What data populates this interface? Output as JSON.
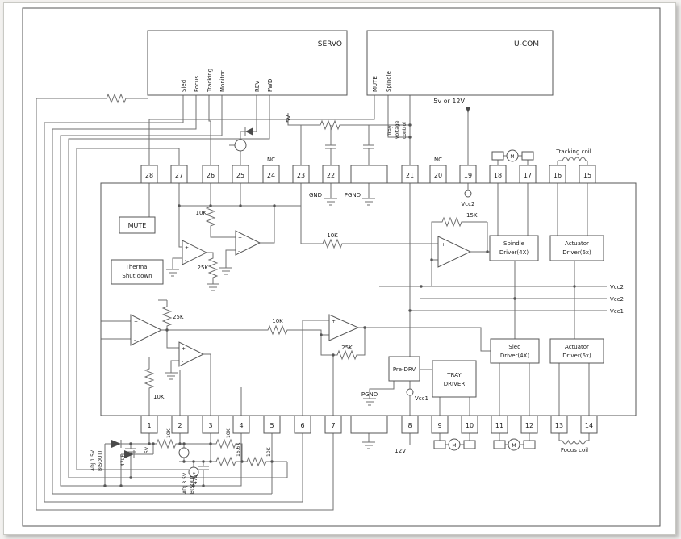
{
  "servo": {
    "title": "SERVO",
    "pins": [
      "Sled",
      "Focus",
      "Tracking",
      "Monitor",
      "REV",
      "FWD"
    ]
  },
  "ucom": {
    "title": "U-COM",
    "pin_mute": "MUTE",
    "pin_spindle": "Spindle",
    "tray_label": [
      "Tray",
      "voltage",
      "control"
    ]
  },
  "supplies": {
    "top": "5v or 12V",
    "v5_top": "5V",
    "v5_bottom": "5V",
    "v12": "12V",
    "vcc2_pin19": "Vcc2",
    "rail_vcc2_a": "Vcc2",
    "rail_vcc2_b": "Vcc2",
    "rail_vcc1": "Vcc1",
    "vcc1_bottom": "Vcc1",
    "gnd": "GND",
    "pgnd_top": "PGND",
    "pgnd_bottom": "PGND"
  },
  "ic": {
    "top_pins": [
      "28",
      "27",
      "26",
      "25",
      "24",
      "23",
      "22",
      "21",
      "20",
      "19",
      "18",
      "17",
      "16",
      "15"
    ],
    "bottom_pins": [
      "1",
      "2",
      "3",
      "4",
      "5",
      "6",
      "7",
      "8",
      "9",
      "10",
      "11",
      "12",
      "13",
      "14"
    ],
    "nc_left": "NC",
    "nc_right": "NC",
    "mute_box": "MUTE",
    "thermal": [
      "Thermal",
      "Shut down"
    ],
    "spindle_driver": [
      "Spindle",
      "Driver(4X)"
    ],
    "actuator_driver_top": [
      "Actuator",
      "Driver(6x)"
    ],
    "sled_driver": [
      "Sled",
      "Driver(4X)"
    ],
    "actuator_driver_bottom": [
      "Actuator",
      "Driver(6x)"
    ],
    "pre_drv": "Pre-DRV",
    "tray_driver": [
      "TRAY",
      "DRIVER"
    ]
  },
  "resistors": {
    "r10k_in1": "10K",
    "r25k_in1": "25K",
    "r10k_in2": "10K",
    "r15k": "15K",
    "r25k_in2": "25K",
    "r10k_in3": "10K",
    "r25k_in3": "25K",
    "r10k_in4": "10K",
    "r10k_bl1": "10K",
    "r10k_bl2": "10K",
    "r16_6k": "16.6K",
    "r10k_bl3": "10K"
  },
  "capacitors": {
    "c1": "47uF",
    "c2": "47uF"
  },
  "adjust": {
    "adj1": [
      "ADJ 1.5V",
      "B(SOUT)"
    ],
    "adj2": [
      "ADJ 3.5V",
      "B(SOUT)"
    ]
  },
  "coils": {
    "tracking": "Tracking coil",
    "focus": "Focus coil"
  },
  "motor_label": "M",
  "opamp": {
    "plus": "+",
    "minus": "-"
  }
}
